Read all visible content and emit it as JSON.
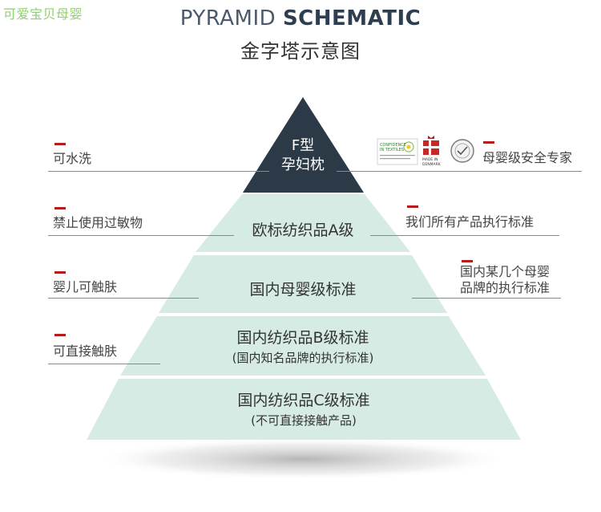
{
  "watermark": "可爱宝贝母婴",
  "title": {
    "en_prefix": "PYRAMID ",
    "en_bold": "SCHEMATIC",
    "cn": "金字塔示意图"
  },
  "apex": {
    "line1": "F型",
    "line2": "孕妇枕"
  },
  "tiers": [
    {
      "main": "欧标纺织品A级",
      "sub": ""
    },
    {
      "main": "国内母婴级标准",
      "sub": ""
    },
    {
      "main": "国内纺织品B级标准",
      "sub": "(国内知名品牌的执行标准)"
    },
    {
      "main": "国内纺织品C级标准",
      "sub": "(不可直接接触产品)"
    }
  ],
  "left_notes": [
    "可水洗",
    "禁止使用过敏物",
    "婴儿可触肤",
    "可直接触肤"
  ],
  "right_notes": [
    {
      "line1": "母婴级安全专家",
      "line2": ""
    },
    {
      "line1": "我们所有产品执行标准",
      "line2": ""
    },
    {
      "line1": "国内某几个母婴",
      "line2": "品牌的执行标准"
    }
  ],
  "logos": {
    "oeko_line1": "CONFIDENCE",
    "oeko_line2": "IN TEXTILES",
    "made_in": "MADE IN",
    "country": "DENMARK"
  },
  "colors": {
    "apex": "#2c3a47",
    "tier": "#d6ebe4",
    "accent": "#b71c1c",
    "title_dark": "#2e3e4e"
  }
}
